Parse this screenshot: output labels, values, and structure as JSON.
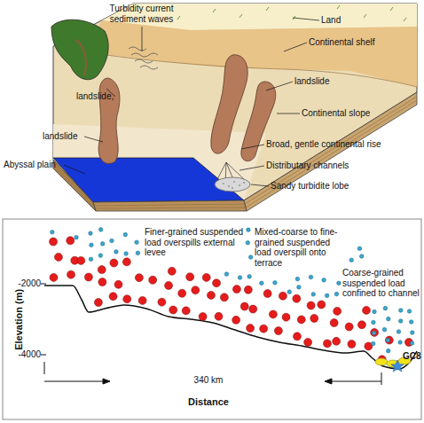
{
  "diagram": {
    "labels": [
      "Turbidity current sediment waves",
      "Land",
      "Continental shelf",
      "landslide,",
      "landslide",
      "Continental slope",
      "landslide",
      "Broad, gentle continental rise",
      "Abyssal plain",
      "Distributary channels",
      "Sandy turbidite lobe",
      "Finer-grained suspended load overspills external levee",
      "Mixed-coarse to fine-grained suspended load overspill onto terrace",
      "Coarse-grained suspended load confined to channel",
      "GC8",
      "-2000",
      "-4000",
      "Elevation (m)",
      "340 km",
      "Distance"
    ]
  }
}
